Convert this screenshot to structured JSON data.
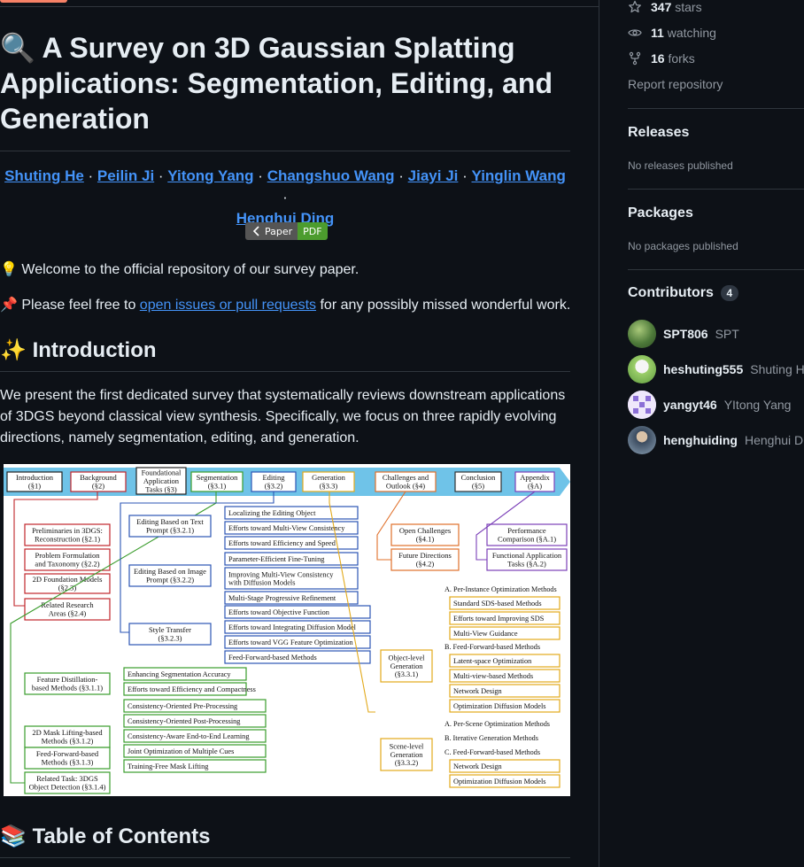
{
  "readme": {
    "title_emoji": "🔍",
    "title": "A Survey on 3D Gaussian Splatting Applications: Segmentation, Editing, and Generation",
    "authors": [
      "Shuting He",
      "Peilin Ji",
      "Yitong Yang",
      "Changshuo Wang",
      "Jiayi Ji",
      "Yinglin Wang",
      "Henghui Ding"
    ],
    "author_sep": " · ",
    "badge_left": "Paper",
    "badge_right": "PDF",
    "welcome_emoji": "💡",
    "welcome": "Welcome to the official repository of our survey paper.",
    "feel_emoji": "📌",
    "feel_pre": "Please feel free to ",
    "feel_link": "open issues or pull requests",
    "feel_post": " for any possibly missed wonderful work.",
    "intro_emoji": "✨",
    "intro_heading": "Introduction",
    "intro_text": "We present the first dedicated survey that systematically reviews downstream applications of 3DGS beyond classical view synthesis. Specifically, we focus on three rapidly evolving directions, namely segmentation, editing, and generation.",
    "toc_emoji": "📚",
    "toc_heading": "Table of Contents"
  },
  "figure": {
    "pipeline": [
      {
        "label": "Introduction",
        "sec": "(§1)"
      },
      {
        "label": "Background",
        "sec": "(§2)"
      },
      {
        "label": "Foundational Application Tasks",
        "sec": "(§3)"
      },
      {
        "label": "Segmentation",
        "sec": "(§3.1)"
      },
      {
        "label": "Editing",
        "sec": "(§3.2)"
      },
      {
        "label": "Generation",
        "sec": "(§3.3)"
      },
      {
        "label": "Challenges and Outlook",
        "sec": "(§4)"
      },
      {
        "label": "Conclusion",
        "sec": "(§5)"
      },
      {
        "label": "Appendix",
        "sec": "(§A)"
      }
    ],
    "background": [
      {
        "label": "Preliminaries in 3DGS: Reconstruction",
        "sec": "(§2.1)"
      },
      {
        "label": "Problem Formulation and Taxonomy",
        "sec": "(§2.2)"
      },
      {
        "label": "2D Foundation Models",
        "sec": "(§2.3)"
      },
      {
        "label": "Related Research Areas",
        "sec": "(§2.4)"
      }
    ],
    "segmentation": [
      {
        "label": "Feature Distillation-based Methods",
        "sec": "(§3.1.1)",
        "items": [
          "Enhancing Segmentation Accuracy",
          "Efforts toward Efficiency and Compactness"
        ]
      },
      {
        "label": "2D Mask Lifting-based Methods",
        "sec": "(§3.1.2)",
        "items": [
          "Consistency-Oriented Pre-Processing",
          "Consistency-Oriented Post-Processing",
          "Consistency-Aware End-to-End Learning",
          "Joint Optimization of Multiple Cues",
          "Training-Free Mask Lifting"
        ]
      },
      {
        "label": "Feed-Forward-based Methods",
        "sec": "(§3.1.3)",
        "items": []
      },
      {
        "label": "Related Task: 3DGS Object Detection",
        "sec": "(§3.1.4)",
        "items": []
      }
    ],
    "editing": [
      {
        "label": "Editing Based on Text Prompt",
        "sec": "(§3.2.1)",
        "items": [
          "Localizing the Editing Object",
          "Efforts toward Multi-View Consistency",
          "Efforts toward Efficiency and Speed"
        ]
      },
      {
        "label": "Editing Based on Image Prompt",
        "sec": "(§3.2.2)",
        "items": [
          "Parameter-Efficient Fine-Tuning",
          "Improving Multi-View Consistency with Diffusion Models",
          "Multi-Stage Progressive Refinement"
        ]
      },
      {
        "label": "Style Transfer",
        "sec": "(§3.2.3)",
        "items": [
          "Efforts toward Objective Function",
          "Efforts toward Integrating Diffusion Model",
          "Efforts toward VGG Feature Optimization",
          "Feed-Forward-based Methods"
        ]
      }
    ],
    "generation": [
      {
        "label": "Object-level Generation",
        "sec": "(§3.3.1)",
        "groups": [
          {
            "title": "A. Per-Instance Optimization Methods",
            "items": [
              "Standard SDS-based Methods",
              "Efforts toward Improving SDS",
              "Multi-View Guidance"
            ]
          },
          {
            "title": "B. Feed-Forward-based Methods",
            "items": [
              "Latent-space Optimization",
              "Multi-view-based Methods",
              "Network Design",
              "Optimization Diffusion Models"
            ]
          }
        ]
      },
      {
        "label": "Scene-level Generation",
        "sec": "(§3.3.2)",
        "groups": [
          {
            "title": "A. Per-Scene Optimization Methods",
            "items": []
          },
          {
            "title": "B. Iterative Generation Methods",
            "items": []
          },
          {
            "title": "C. Feed-Forward-based Methods",
            "items": [
              "Network Design",
              "Optimization Diffusion Models"
            ]
          }
        ]
      }
    ],
    "challenges": [
      {
        "label": "Open Challenges",
        "sec": "(§4.1)"
      },
      {
        "label": "Future Directions",
        "sec": "(§4.2)"
      }
    ],
    "appendix": [
      {
        "label": "Performance Comparison",
        "sec": "(§A.1)"
      },
      {
        "label": "Functional Application Tasks",
        "sec": "(§A.2)"
      }
    ]
  },
  "sidebar": {
    "stars_count": "347",
    "stars_label": "stars",
    "watching_count": "11",
    "watching_label": "watching",
    "forks_count": "16",
    "forks_label": "forks",
    "report": "Report repository",
    "releases_heading": "Releases",
    "releases_note": "No releases published",
    "packages_heading": "Packages",
    "packages_note": "No packages published",
    "contributors_heading": "Contributors",
    "contributors_count": "4",
    "contributors": [
      {
        "login": "SPT806",
        "name": "SPT"
      },
      {
        "login": "heshuting555",
        "name": "Shuting He"
      },
      {
        "login": "yangyt46",
        "name": "YItong Yang"
      },
      {
        "login": "henghuiding",
        "name": "Henghui Ding"
      }
    ]
  }
}
